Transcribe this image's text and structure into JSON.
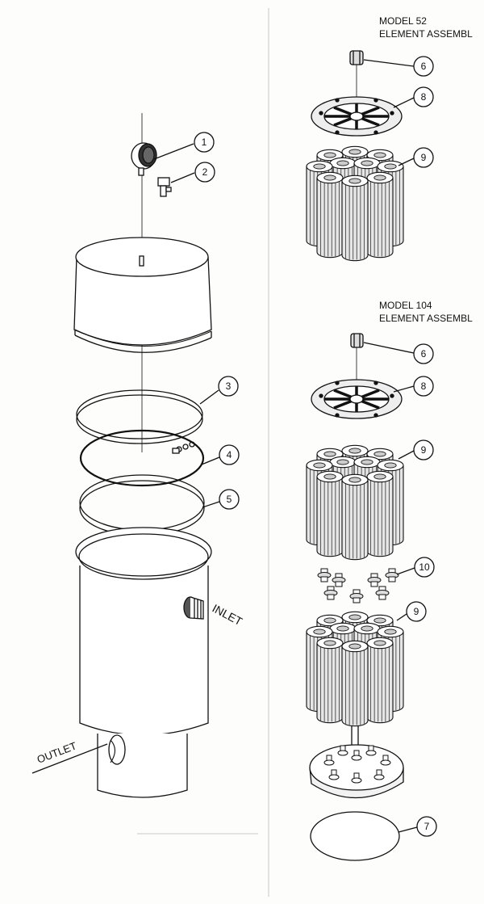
{
  "header_52": {
    "line1": "MODEL 52",
    "line2": "ELEMENT ASSEMBL"
  },
  "header_104": {
    "line1": "MODEL 104",
    "line2": "ELEMENT ASSEMBL"
  },
  "ports": {
    "inlet": "INLET",
    "outlet": "OUTLET"
  },
  "callouts": {
    "gauge": "1",
    "valve": "2",
    "clamp": "3",
    "oring_4": "4",
    "oring_5": "5",
    "nut_52": "6",
    "spider_52": "8",
    "cartridges_52": "9",
    "nut_104": "6",
    "spider_104": "8",
    "cartridges_104_upper": "9",
    "connectors": "10",
    "cartridges_104_lower": "9",
    "gasket": "7"
  },
  "colors": {
    "ink": "#111111",
    "paper": "#fdfdfc",
    "shade": "#d9d9d9"
  }
}
